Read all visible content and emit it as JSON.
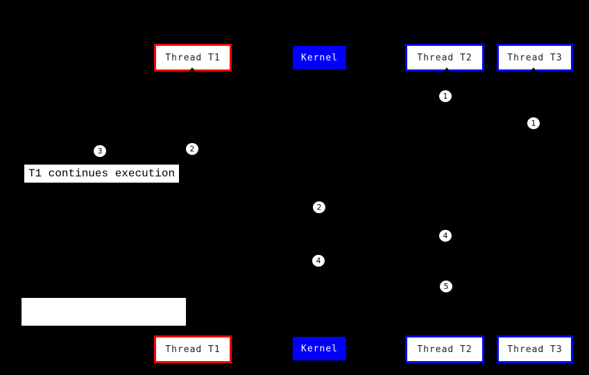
{
  "diagram": {
    "kind": "thread-kernel-sequence-diagram",
    "colors": {
      "background": "#000000",
      "thread_t1_border": "#fb0007",
      "thread_t2_t3_border": "#0000fb",
      "kernel_background": "#0000fb",
      "actor_background": "#ffffff",
      "actor_text": "#1f1f1f",
      "kernel_text": "#ffffff",
      "step_circle_background": "#ffffff",
      "step_circle_text": "#000000"
    },
    "actors": {
      "top": [
        {
          "label": "Thread T1"
        },
        {
          "label": "Kernel"
        },
        {
          "label": "Thread T2"
        },
        {
          "label": "Thread T3"
        }
      ],
      "bottom": [
        {
          "label": "Thread T1"
        },
        {
          "label": "Kernel"
        },
        {
          "label": "Thread T2"
        },
        {
          "label": "Thread T3"
        }
      ]
    },
    "steps": [
      {
        "n": "1"
      },
      {
        "n": "1"
      },
      {
        "n": "2"
      },
      {
        "n": "3"
      },
      {
        "n": "2"
      },
      {
        "n": "4"
      },
      {
        "n": "4"
      },
      {
        "n": "5"
      }
    ],
    "note": {
      "text": "T1 continues execution"
    }
  }
}
